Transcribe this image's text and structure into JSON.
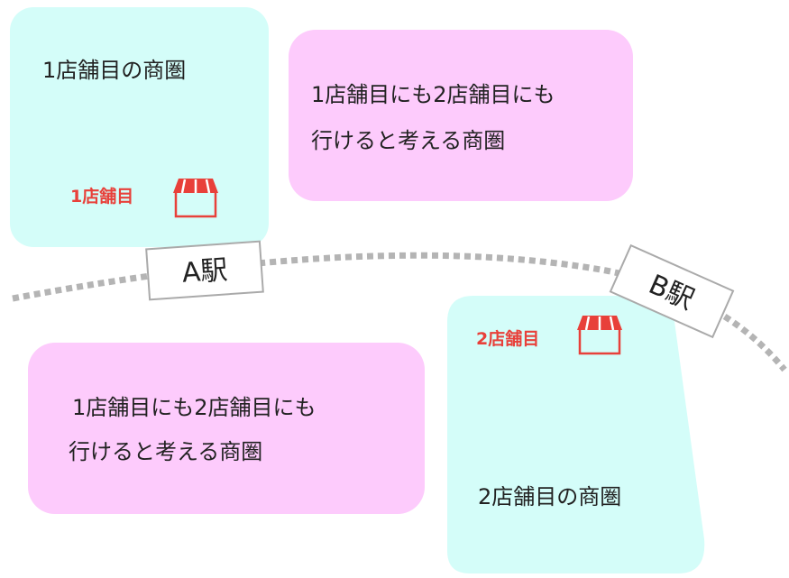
{
  "areas": {
    "store1_area": {
      "label": "1店舗目の商圏",
      "color": "#d4fdf9"
    },
    "store2_area": {
      "label": "2店舗目の商圏",
      "color": "#d4fdf9"
    },
    "overlap_top": {
      "line1": "1店舗目にも2店舗目にも",
      "line2": "行けると考える商圏",
      "color": "#fdcbfc"
    },
    "overlap_bottom": {
      "line1": "1店舗目にも2店舗目にも",
      "line2": "行けると考える商圏",
      "color": "#fdcbfc"
    }
  },
  "stores": {
    "store1": {
      "label": "1店舗目",
      "icon": "shop-icon",
      "color": "#e8403a"
    },
    "store2": {
      "label": "2店舗目",
      "icon": "shop-icon",
      "color": "#e8403a"
    }
  },
  "stations": {
    "a": {
      "label": "A駅"
    },
    "b": {
      "label": "B駅"
    }
  },
  "railway": {
    "color": "#b4b4b4"
  }
}
